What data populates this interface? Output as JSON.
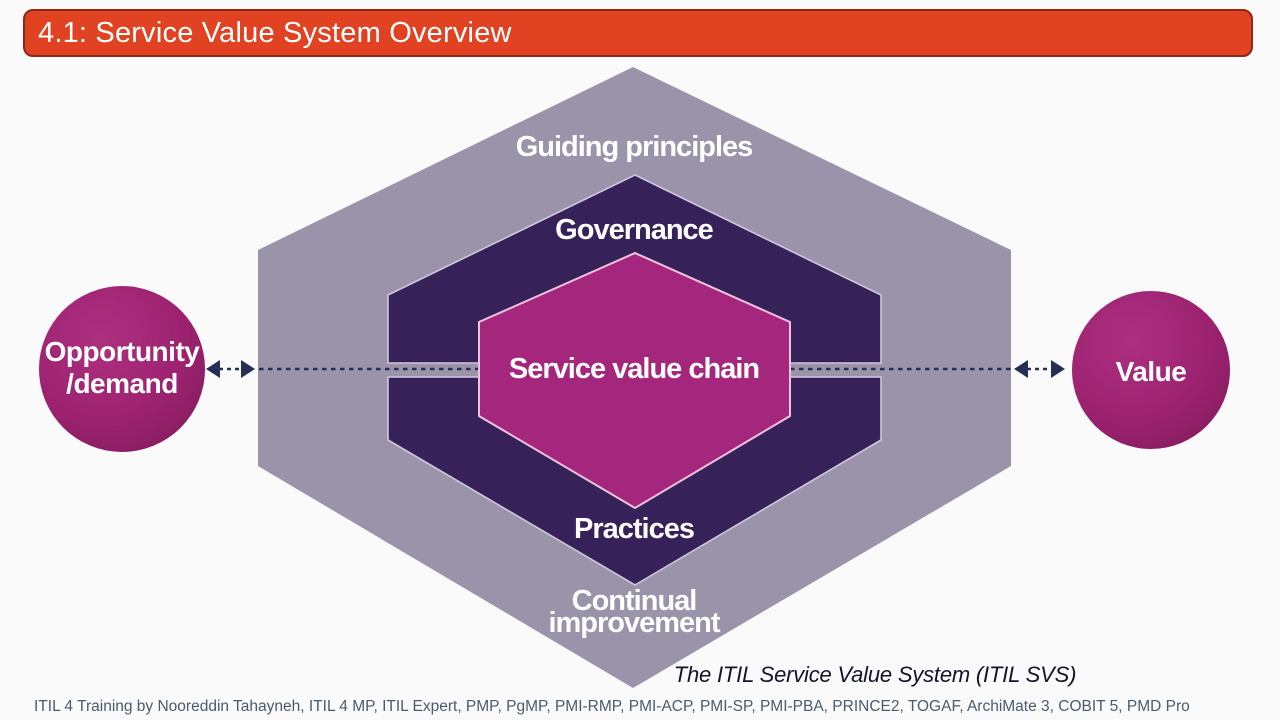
{
  "slide": {
    "title": "4.1: Service Value System Overview",
    "caption": "The ITIL Service Value System (ITIL SVS)",
    "footer": "ITIL 4 Training by Nooreddin Tahayneh, ITIL 4 MP, ITIL Expert, PMP, PgMP, PMI-RMP, PMI-ACP, PMI-SP, PMI-PBA, PRINCE2, TOGAF, ArchiMate 3, COBIT 5, PMD Pro"
  },
  "diagram": {
    "outer_hexagon_label": "Guiding principles",
    "middle_hexagon_label": "Governance",
    "center_hexagon_label": "Service value chain",
    "practices_label": "Practices",
    "continual_line1": "Continual",
    "continual_line2": "improvement",
    "left_circle_line1": "Opportunity",
    "left_circle_line2": "/demand",
    "right_circle_label": "Value"
  },
  "colors": {
    "background": "#fafafa",
    "title_bar": "#e04222",
    "title_border": "#8e2817",
    "outer_hex": "#9a93a9",
    "dark_hex": "#362159",
    "dark_hex_outline": "#cfc8dc",
    "center_hex": "#a5267d",
    "center_hex_outline": "#eec3de",
    "circle_light": "#ad3080",
    "circle_main": "#9c2270",
    "circle_dark": "#7c1a58",
    "arrow": "#252e55",
    "label_text": "#ffffff",
    "caption_text": "#14142b",
    "footer_text": "#4a5b6b"
  }
}
